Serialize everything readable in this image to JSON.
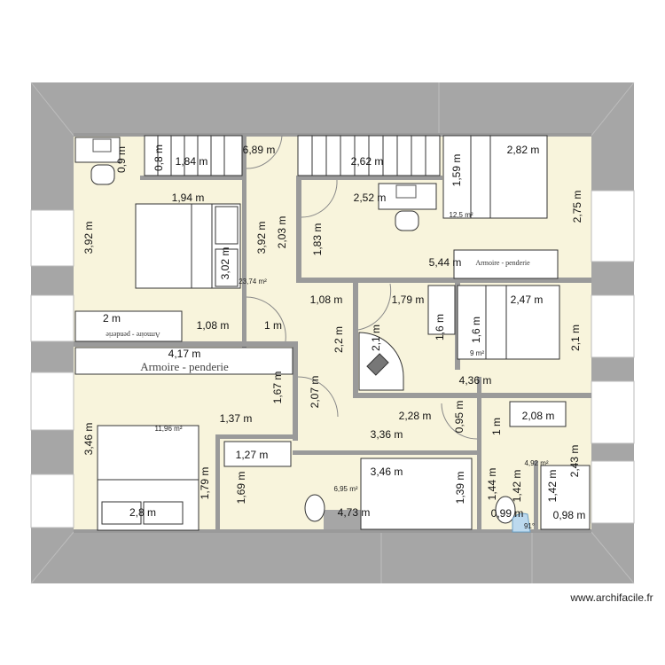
{
  "colors": {
    "floor": "#f8f4dc",
    "wall": "#9a9a9a",
    "roof": "#a6a6a6",
    "angle_marker": "#bcd9ee"
  },
  "labels": [
    "6,89 m",
    "1,84 m",
    "0,8 m",
    "0,9 m",
    "2,62 m",
    "2,82 m",
    "1,59 m",
    "1,94 m",
    "2,52 m",
    "12,5 m²",
    "2,75 m",
    "3,92 m",
    "3,92 m",
    "2,03 m",
    "1,83 m",
    "3,02 m",
    "23,74 m²",
    "5,44 m",
    "Armoire - penderie",
    "1,08 m",
    "1,79 m",
    "2,47 m",
    "1,6 m",
    "1,6 m",
    "9 m²",
    "2 m",
    "Armoire - penderie",
    "1,08 m",
    "1 m",
    "2,2 m",
    "2,1 m",
    "2,1 m",
    "4,17 m",
    "Armoire - penderie",
    "4,36 m",
    "1,67 m",
    "2,07 m",
    "2,28 m",
    "0,95 m",
    "2,08 m",
    "1,37 m",
    "1 m",
    "11,96 m²",
    "3,36 m",
    "3,46 m",
    "1,27 m",
    "4,92 m²",
    "2,43 m",
    "3,46 m",
    "1,79 m",
    "1,69 m",
    "6,95 m²",
    "1,44 m",
    "1,42 m",
    "1,42 m",
    "1,39 m",
    "2,8 m",
    "4,73 m",
    "0,99 m",
    "0,98 m",
    "91°"
  ],
  "watermark": "www.archifacile.fr"
}
